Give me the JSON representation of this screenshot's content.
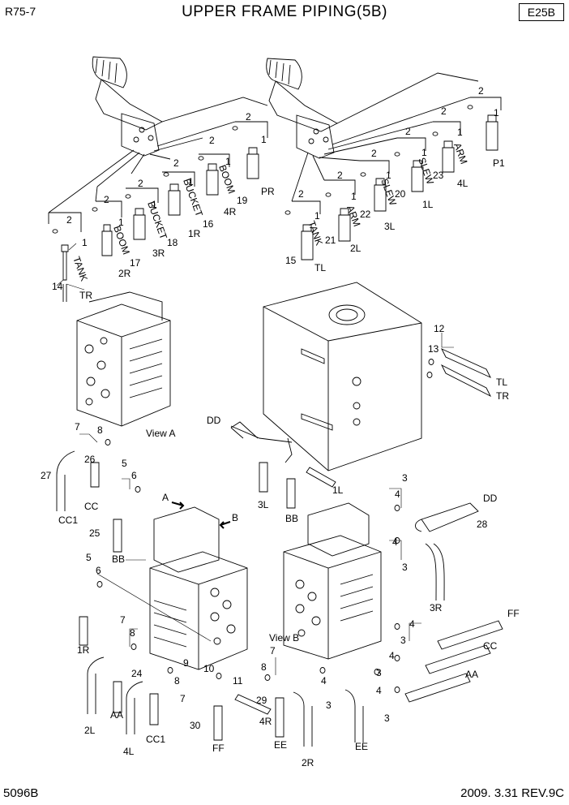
{
  "header": {
    "model": "R75-7",
    "title": "UPPER FRAME PIPING(5B)",
    "section_code": "E25B"
  },
  "footer": {
    "part_number": "5096B",
    "revision": "2009. 3.31 REV.9C"
  },
  "callouts": [
    {
      "id": "l2a",
      "text": "2"
    },
    {
      "id": "l1a",
      "text": "1"
    },
    {
      "id": "l14",
      "text": "14"
    },
    {
      "id": "lTANKa",
      "text": "TANK"
    },
    {
      "id": "lTR",
      "text": "TR"
    },
    {
      "id": "l2b",
      "text": "2"
    },
    {
      "id": "l1b",
      "text": "1"
    },
    {
      "id": "lBOOMa",
      "text": "BOOM"
    },
    {
      "id": "l17",
      "text": "17"
    },
    {
      "id": "l2R",
      "text": "2R"
    },
    {
      "id": "l2c",
      "text": "2"
    },
    {
      "id": "l1c",
      "text": "1"
    },
    {
      "id": "lBUCKETa",
      "text": "BUCKET"
    },
    {
      "id": "l18",
      "text": "18"
    },
    {
      "id": "l3R",
      "text": "3R"
    },
    {
      "id": "l2d",
      "text": "2"
    },
    {
      "id": "l1d",
      "text": "1"
    },
    {
      "id": "lBUCKETb",
      "text": "BUCKET"
    },
    {
      "id": "l16",
      "text": "16"
    },
    {
      "id": "l1R",
      "text": "1R"
    },
    {
      "id": "l2e",
      "text": "2"
    },
    {
      "id": "l1e",
      "text": "1"
    },
    {
      "id": "lBOOMb",
      "text": "BOOM"
    },
    {
      "id": "l19",
      "text": "19"
    },
    {
      "id": "l4R",
      "text": "4R"
    },
    {
      "id": "l2f",
      "text": "2"
    },
    {
      "id": "l1f",
      "text": "1"
    },
    {
      "id": "lPR",
      "text": "PR"
    },
    {
      "id": "l2g",
      "text": "2"
    },
    {
      "id": "l1g",
      "text": "1"
    },
    {
      "id": "lTANKb",
      "text": "TANK"
    },
    {
      "id": "l15",
      "text": "15"
    },
    {
      "id": "lTL",
      "text": "TL"
    },
    {
      "id": "l21",
      "text": "21"
    },
    {
      "id": "l2h",
      "text": "2"
    },
    {
      "id": "l1h",
      "text": "1"
    },
    {
      "id": "lARMa",
      "text": "ARM"
    },
    {
      "id": "l22",
      "text": "22"
    },
    {
      "id": "l2L",
      "text": "2L"
    },
    {
      "id": "l2i",
      "text": "2"
    },
    {
      "id": "l1i",
      "text": "1"
    },
    {
      "id": "lSLEWa",
      "text": "SLEW"
    },
    {
      "id": "l20",
      "text": "20"
    },
    {
      "id": "l3L",
      "text": "3L"
    },
    {
      "id": "l2j",
      "text": "2"
    },
    {
      "id": "l1j",
      "text": "1"
    },
    {
      "id": "lSLEWb",
      "text": "SLEW"
    },
    {
      "id": "l23",
      "text": "23"
    },
    {
      "id": "l1L",
      "text": "1L"
    },
    {
      "id": "l2k",
      "text": "2"
    },
    {
      "id": "l1k",
      "text": "1"
    },
    {
      "id": "lARMb",
      "text": "ARM"
    },
    {
      "id": "l4L",
      "text": "4L"
    },
    {
      "id": "l2m",
      "text": "2"
    },
    {
      "id": "l1m",
      "text": "1"
    },
    {
      "id": "lP1",
      "text": "P1"
    },
    {
      "id": "l12",
      "text": "12"
    },
    {
      "id": "l13",
      "text": "13"
    },
    {
      "id": "lTL2",
      "text": "TL"
    },
    {
      "id": "lTR2",
      "text": "TR"
    },
    {
      "id": "lDD",
      "text": "DD"
    },
    {
      "id": "l3Lb",
      "text": "3L"
    },
    {
      "id": "lBB",
      "text": "BB"
    },
    {
      "id": "l1Lb",
      "text": "1L"
    },
    {
      "id": "l7a",
      "text": "7"
    },
    {
      "id": "l8a",
      "text": "8"
    },
    {
      "id": "lViewA",
      "text": "View A"
    },
    {
      "id": "l27",
      "text": "27"
    },
    {
      "id": "lCC1",
      "text": "CC1"
    },
    {
      "id": "l26",
      "text": "26"
    },
    {
      "id": "lCC",
      "text": "CC"
    },
    {
      "id": "l5a",
      "text": "5"
    },
    {
      "id": "l6a",
      "text": "6"
    },
    {
      "id": "l25",
      "text": "25"
    },
    {
      "id": "lBBb",
      "text": "BB"
    },
    {
      "id": "lA",
      "text": "A"
    },
    {
      "id": "lB",
      "text": "B"
    },
    {
      "id": "l5b",
      "text": "5"
    },
    {
      "id": "l6b",
      "text": "6"
    },
    {
      "id": "l1Rb",
      "text": "1R"
    },
    {
      "id": "l7b",
      "text": "7"
    },
    {
      "id": "l8b",
      "text": "8"
    },
    {
      "id": "l24",
      "text": "24"
    },
    {
      "id": "lAA",
      "text": "AA"
    },
    {
      "id": "l2Lb",
      "text": "2L"
    },
    {
      "id": "l9",
      "text": "9"
    },
    {
      "id": "l8c",
      "text": "8"
    },
    {
      "id": "l7c",
      "text": "7"
    },
    {
      "id": "lCC1b",
      "text": "CC1"
    },
    {
      "id": "l4Lb",
      "text": "4L"
    },
    {
      "id": "l10",
      "text": "10"
    },
    {
      "id": "l11",
      "text": "11"
    },
    {
      "id": "l4Rb",
      "text": "4R"
    },
    {
      "id": "l30",
      "text": "30"
    },
    {
      "id": "lFF",
      "text": "FF"
    },
    {
      "id": "l7d",
      "text": "7"
    },
    {
      "id": "l8d",
      "text": "8"
    },
    {
      "id": "l29",
      "text": "29"
    },
    {
      "id": "lEE",
      "text": "EE"
    },
    {
      "id": "l2Rb",
      "text": "2R"
    },
    {
      "id": "lViewB",
      "text": "View B"
    },
    {
      "id": "l3a",
      "text": "3"
    },
    {
      "id": "l4a",
      "text": "4"
    },
    {
      "id": "lDDb",
      "text": "DD"
    },
    {
      "id": "l28",
      "text": "28"
    },
    {
      "id": "l4b",
      "text": "4"
    },
    {
      "id": "l3b",
      "text": "3"
    },
    {
      "id": "l3Rb",
      "text": "3R"
    },
    {
      "id": "lFFb",
      "text": "FF"
    },
    {
      "id": "l4c",
      "text": "4"
    },
    {
      "id": "l3c",
      "text": "3"
    },
    {
      "id": "lCCb",
      "text": "CC"
    },
    {
      "id": "l4d",
      "text": "4"
    },
    {
      "id": "l3d",
      "text": "3"
    },
    {
      "id": "lAAb",
      "text": "AA"
    },
    {
      "id": "l4e",
      "text": "4"
    },
    {
      "id": "l3e",
      "text": "3"
    },
    {
      "id": "l4f",
      "text": "4"
    },
    {
      "id": "l3f",
      "text": "3"
    },
    {
      "id": "lEEb",
      "text": "EE"
    }
  ]
}
